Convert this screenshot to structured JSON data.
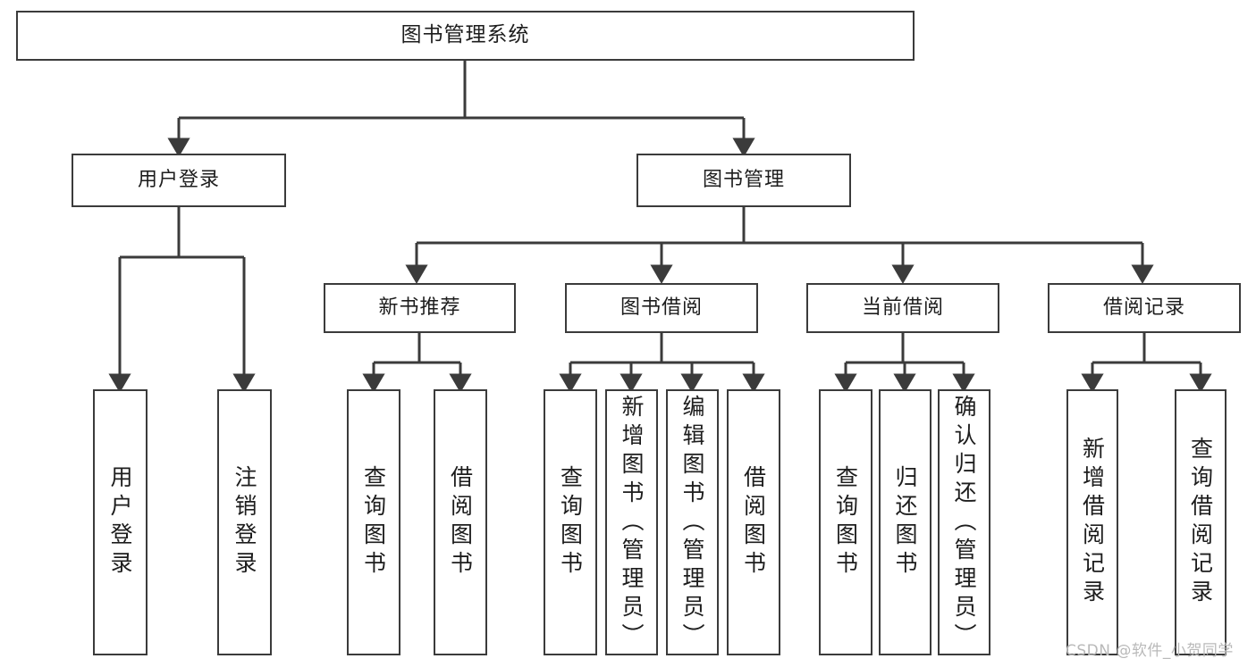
{
  "diagram": {
    "title": "图书管理系统",
    "type": "tree-hierarchy-diagram",
    "colors": {
      "stroke": "#3b3b3b",
      "fill": "#ffffff",
      "text": "#1d1d1d",
      "watermark": "#b9b9b9"
    },
    "root": {
      "label": "图书管理系统"
    },
    "level2": [
      {
        "id": "user-login",
        "label": "用户登录"
      },
      {
        "id": "book-management",
        "label": "图书管理"
      }
    ],
    "level3": [
      {
        "id": "new-book-recommend",
        "label": "新书推荐"
      },
      {
        "id": "book-borrow",
        "label": "图书借阅"
      },
      {
        "id": "current-borrow",
        "label": "当前借阅"
      },
      {
        "id": "borrow-record",
        "label": "借阅记录"
      }
    ],
    "leaves": {
      "user_login": [
        {
          "id": "leaf-user-login",
          "label": "用户登录"
        },
        {
          "id": "leaf-logout-login",
          "label": "注销登录"
        }
      ],
      "new_book_recommend": [
        {
          "id": "leaf-query-book-1",
          "label": "查询图书"
        },
        {
          "id": "leaf-borrow-book-1",
          "label": "借阅图书"
        }
      ],
      "book_borrow": [
        {
          "id": "leaf-query-book-2",
          "label": "查询图书"
        },
        {
          "id": "leaf-add-book",
          "label": "新增图书（管理员）"
        },
        {
          "id": "leaf-edit-book",
          "label": "编辑图书（管理员）"
        },
        {
          "id": "leaf-borrow-book-2",
          "label": "借阅图书"
        }
      ],
      "current_borrow": [
        {
          "id": "leaf-query-book-3",
          "label": "查询图书"
        },
        {
          "id": "leaf-return-book",
          "label": "归还图书"
        },
        {
          "id": "leaf-confirm-return",
          "label": "确认归还（管理员）"
        }
      ],
      "borrow_record": [
        {
          "id": "leaf-add-record",
          "label": "新增借阅记录"
        },
        {
          "id": "leaf-query-record",
          "label": "查询借阅记录"
        }
      ]
    }
  },
  "watermark": {
    "text": "CSDN @软件_小贺同学"
  }
}
